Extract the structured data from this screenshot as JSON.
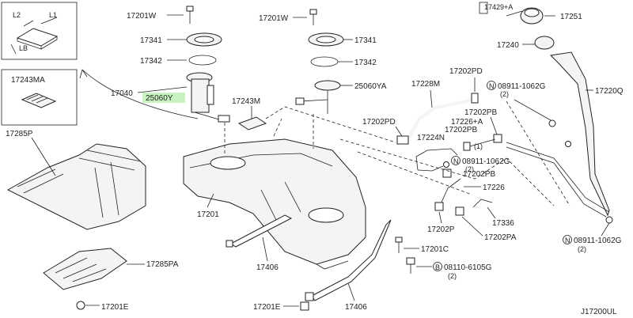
{
  "diagram": {
    "labels": {
      "l2": "L2",
      "l1": "L1",
      "lb": "LB",
      "p17243MA": "17243MA",
      "p17285P": "17285P",
      "p17285PA": "17285PA",
      "p17201E_left": "17201E",
      "p17201W_left": "17201W",
      "p17341_left": "17341",
      "p17342_left": "17342",
      "p17040": "17040",
      "p25060Y": "25060Y",
      "p17243M": "17243M",
      "p17201": "17201",
      "p17406_left": "17406",
      "p17201E_bottom": "17201E",
      "p17406_bottom": "17406",
      "p17201W_mid": "17201W",
      "p17341_mid": "17341",
      "p17342_mid": "17342",
      "p25060YA": "25060YA",
      "p17228M": "17228M",
      "p17202PD_top": "17202PD",
      "p17202PD_left": "17202PD",
      "p17224N": "17224N",
      "p17202PB_a": "17202PB",
      "p17226A": "17226+A",
      "p17226A_qty": "(1)",
      "p17202PB_b": "17202PB",
      "p17202PB_c": "17202PB",
      "p17226": "17226",
      "p17336": "17336",
      "p17202P": "17202P",
      "p17202PA": "17202PA",
      "p17201C": "17201C",
      "b08110": "08110-6105G",
      "b08110_qty": "(2)",
      "b08110_prefix": "B",
      "n08911_a": "08911-1062G",
      "n08911_a_qty": "(2)",
      "n08911_b": "08911-1062G",
      "n08911_b_qty": "(2)",
      "n08911_c": "08911-1062G",
      "n08911_c_qty": "(2)",
      "n_prefix": "N",
      "p17429A": "17429+A",
      "p17251": "17251",
      "p17240": "17240",
      "p17220Q": "17220Q",
      "code": "J17200UL"
    }
  }
}
